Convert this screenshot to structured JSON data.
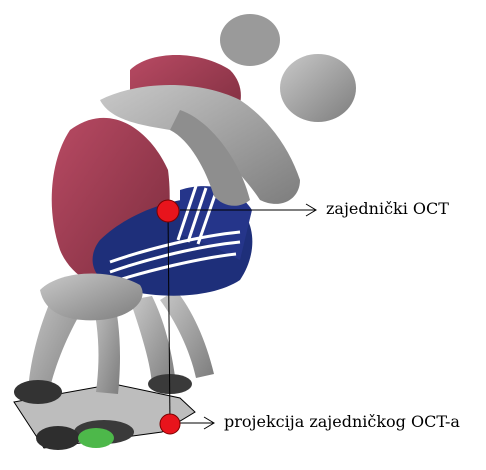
{
  "figure": {
    "labels": {
      "common_cog": "zajednički OCT",
      "cog_projection": "projekcija zajedničkog OCT-a"
    },
    "icons": [
      "wrestlers-photo",
      "cog-marker",
      "projection-marker",
      "arrow-right"
    ],
    "colors": {
      "marker": "#e8141c",
      "marker_outline": "#7a0000",
      "support_area": "#bdbdbd",
      "line": "#000000",
      "singlet_red": "#9b3a4e",
      "singlet_blue": "#1e2f7a",
      "skin": "#a9a9a9"
    }
  }
}
